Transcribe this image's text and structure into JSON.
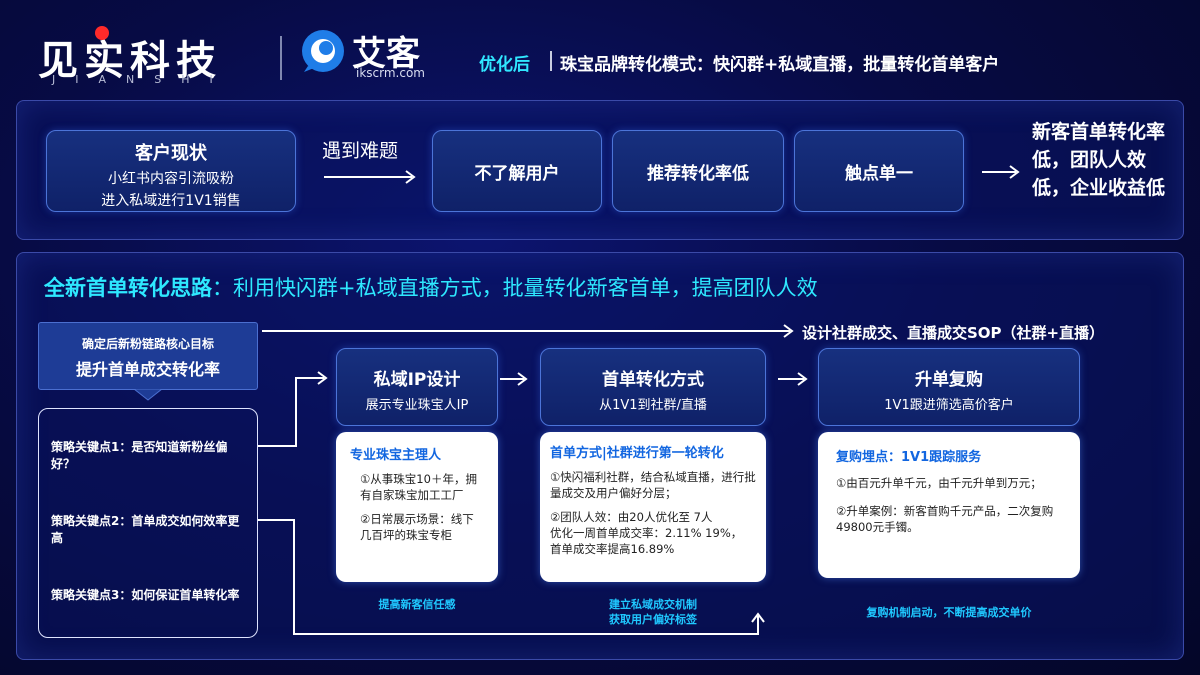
{
  "header": {
    "brand_name": "见实科技",
    "brand_sub": "JIANSHI",
    "logo_name": "艾客",
    "logo_url": "ikscrm.com",
    "tag": "优化后",
    "title": "珠宝品牌转化模式：快闪群+私域直播，批量转化首单客户"
  },
  "top": {
    "status_title": "客户现状",
    "status_line1": "小红书内容引流吸粉",
    "status_line2": "进入私域进行1V1销售",
    "arrow_label": "遇到难题",
    "problems": [
      "不了解用户",
      "推荐转化率低",
      "触点单一"
    ],
    "result": "新客首单转化率低，团队人效低，企业收益低"
  },
  "bottom": {
    "headline_highlight": "全新首单转化思路",
    "headline_rest": "：利用快闪群+私域直播方式，批量转化新客首单，提高团队人效",
    "goal_small": "确定后新粉链路核心目标",
    "goal_big": "提升首单成交转化率",
    "sop_label": "设计社群成交、直播成交SOP（社群+直播）",
    "keypoints": [
      "策略关键点1：是否知道新粉丝偏好？",
      "策略关键点2：首单成交如何效率更高",
      "策略关键点3：如何保证首单转化率"
    ],
    "steps": [
      {
        "title": "私域IP设计",
        "sub": "展示专业珠宝人IP"
      },
      {
        "title": "首单转化方式",
        "sub": "从1V1到社群/直播"
      },
      {
        "title": "升单复购",
        "sub": "1V1跟进筛选高价客户"
      }
    ],
    "detail1": {
      "title": "专业珠宝主理人",
      "p1": "①从事珠宝10＋年，拥有自家珠宝加工工厂",
      "p2": "②日常展示场景：线下几百坪的珠宝专柜"
    },
    "detail2": {
      "title": "首单方式|社群进行第一轮转化",
      "p1": "①快闪福利社群，结合私域直播，进行批量成交及用户偏好分层；",
      "p2": "②团队人效：由20人优化至 7人",
      "p3": "优化一周首单成交率：2.11% 19%，",
      "p4": "首单成交率提高16.89%"
    },
    "detail3": {
      "title": "复购埋点：1V1跟踪服务",
      "p1": "①由百元升单千元，由千元升单到万元；",
      "p2": "②升单案例：新客首购千元产品，二次复购49800元手镯。"
    },
    "notes": [
      "提高新客信任感",
      "建立私域成交机制",
      "获取用户偏好标签",
      "复购机制启动，不断提高成交单价"
    ]
  }
}
